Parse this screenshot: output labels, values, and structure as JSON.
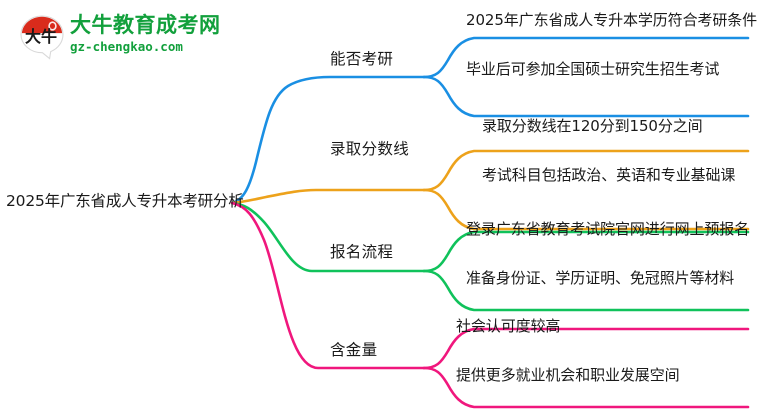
{
  "logo": {
    "badge_icon": "daniu-circle-logo-icon",
    "badge_text": "大牛",
    "brand_name": "大牛教育成考网",
    "url": "gz-chengkao.com",
    "brand_color": "#12a03c",
    "badge_accent_color": "#d92b1c"
  },
  "mindmap": {
    "root": {
      "title": "2025年广东省成人专升本考研分析"
    },
    "branches": [
      {
        "label": "能否考研",
        "color": "#1a8fe3",
        "leaves": [
          "2025年广东省成人专升本学历符合考研条件",
          "毕业后可参加全国硕士研究生招生考试"
        ]
      },
      {
        "label": "录取分数线",
        "color": "#eda21b",
        "leaves": [
          "录取分数线在120分到150分之间",
          "考试科目包括政治、英语和专业基础课"
        ]
      },
      {
        "label": "报名流程",
        "color": "#10c25b",
        "leaves": [
          "登录广东省教育考试院官网进行网上预报名",
          "准备身份证、学历证明、免冠照片等材料"
        ]
      },
      {
        "label": "含金量",
        "color": "#f0177d",
        "leaves": [
          "社会认可度较高",
          "提供更多就业机会和职业发展空间"
        ]
      }
    ]
  }
}
